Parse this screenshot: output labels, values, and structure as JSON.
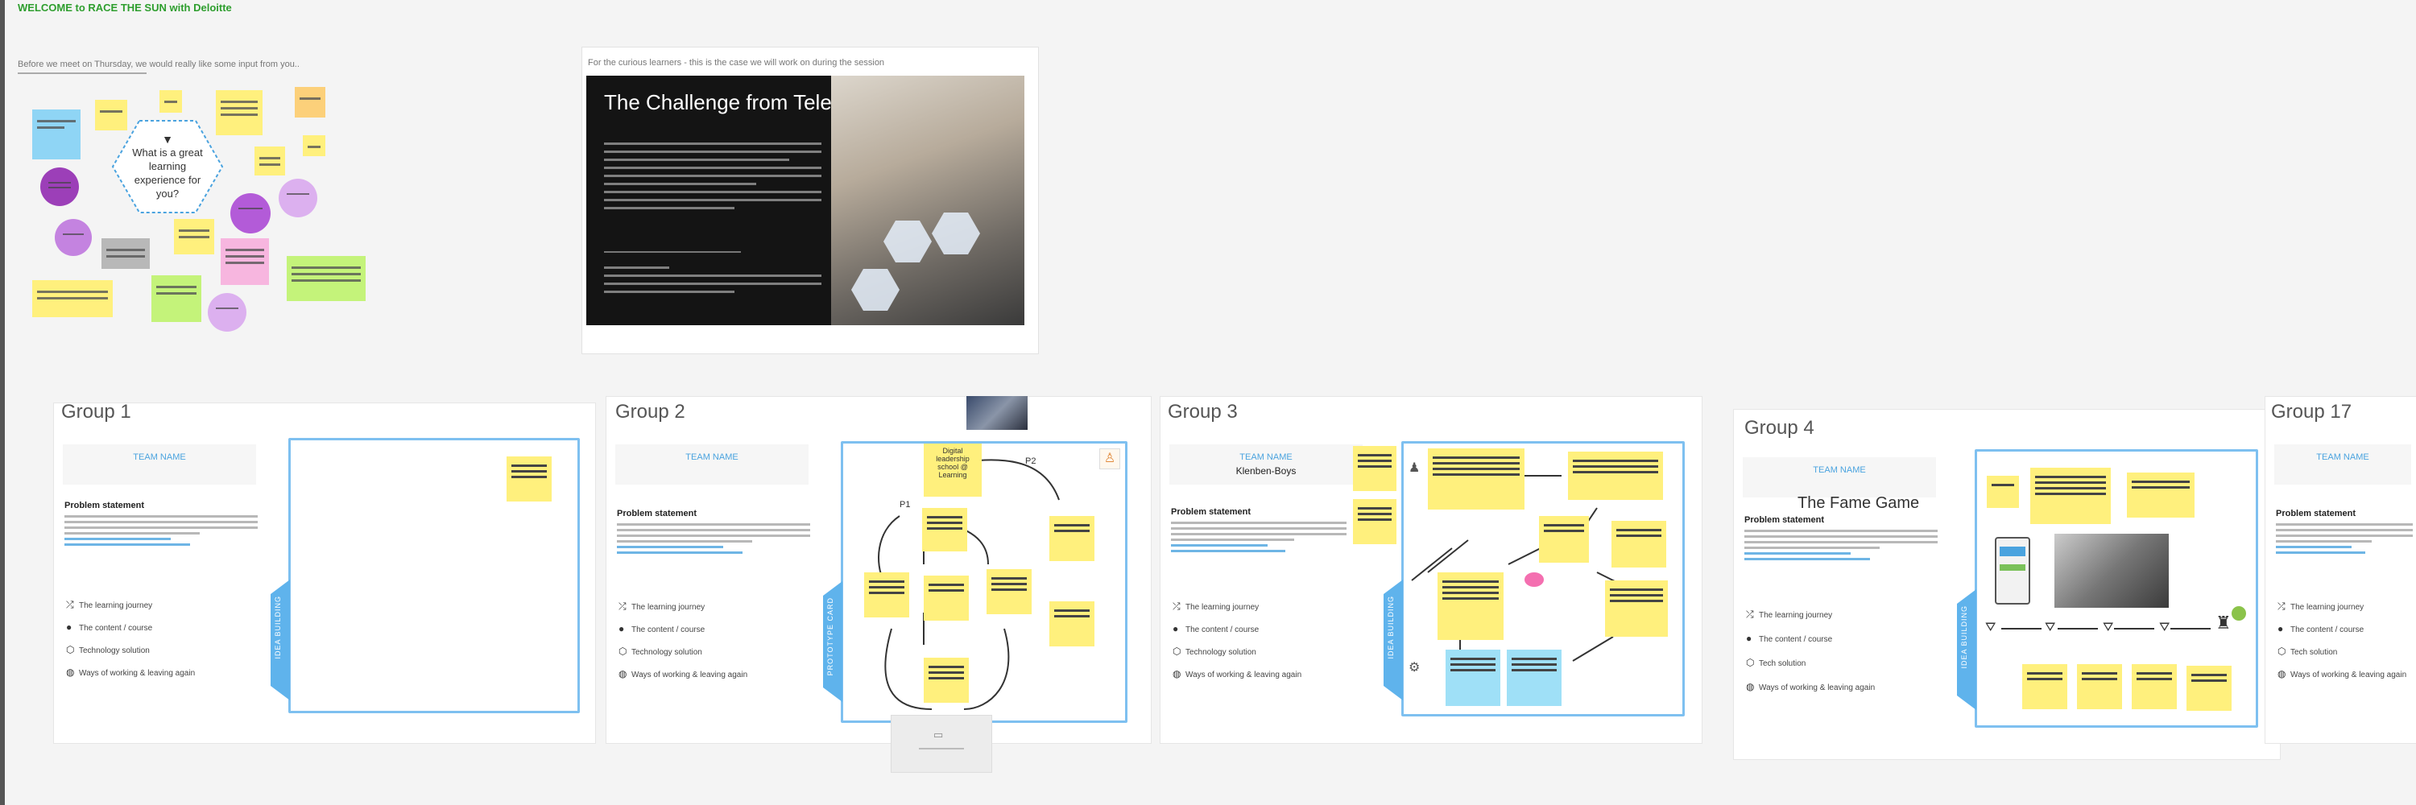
{
  "header": {
    "welcome": "WELCOME to RACE THE SUN with Deloitte"
  },
  "intro_board": {
    "caption": "Before we meet on Thursday, we would really like some input from you..",
    "center_question": "What is a great learning experience for you?"
  },
  "case_board": {
    "caption": "For the curious learners - this is the case we will work on during the session",
    "slide_title": "The Challenge from Telenor"
  },
  "groups": [
    {
      "title": "Group 1",
      "team_label": "TEAM NAME",
      "team_name": "",
      "problem_label": "Problem statement",
      "tab_label": "IDEA BUILDING",
      "options": [
        "The learning journey",
        "The content / course",
        "Technology solution",
        "Ways of working & leaving again"
      ]
    },
    {
      "title": "Group 2",
      "team_label": "TEAM NAME",
      "team_name": "",
      "problem_label": "Problem statement",
      "tab_label": "PROTOTYPE CARD",
      "options": [
        "The learning journey",
        "The content / course",
        "Technology solution",
        "Ways of working & leaving again"
      ],
      "canvas_note": "Digital leadership school @ Learning",
      "labels": [
        "P1",
        "P2"
      ]
    },
    {
      "title": "Group 3",
      "team_label": "TEAM NAME",
      "team_name": "Klenben-Boys",
      "problem_label": "Problem statement",
      "tab_label": "IDEA BUILDING",
      "options": [
        "The learning journey",
        "The content / course",
        "Technology solution",
        "Ways of working & leaving again"
      ]
    },
    {
      "title": "Group 4",
      "team_label": "TEAM NAME",
      "team_name": "The Fame Game",
      "problem_label": "Problem statement",
      "tab_label": "IDEA BUILDING",
      "options": [
        "The learning journey",
        "The content / course",
        "Tech solution",
        "Ways of working & leaving again"
      ]
    },
    {
      "title": "Group 17",
      "team_label": "TEAM NAME",
      "team_name": "",
      "problem_label": "Problem statement",
      "options": [
        "The learning journey",
        "The content / course",
        "Tech solution",
        "Ways of working & leaving again"
      ]
    }
  ],
  "colors": {
    "accent_blue": "#4aa3df",
    "sticky_yellow": "#fff07d",
    "sticky_purple": "#b35bd8",
    "welcome_green": "#2e9e2e"
  }
}
